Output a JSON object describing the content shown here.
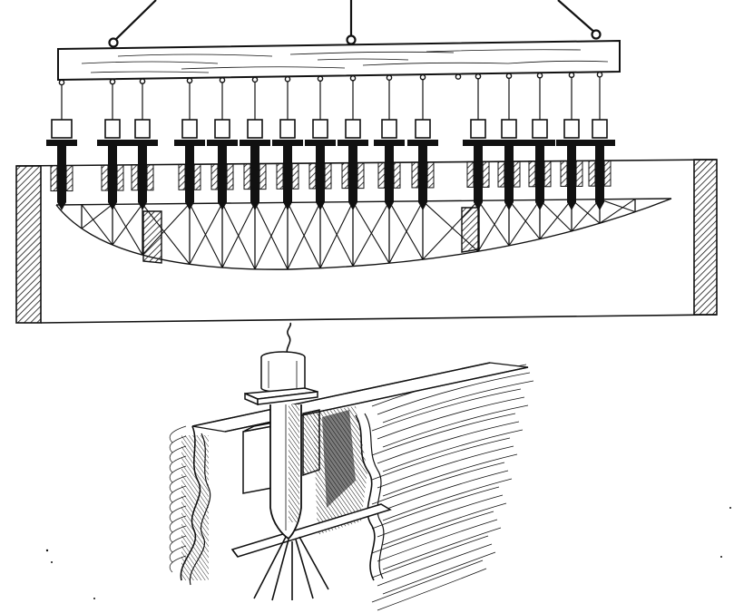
{
  "figure": {
    "ink_color": "#111111",
    "paper_color": "#ffffff",
    "upper_view": {
      "beam_grain": "wood",
      "hanger_count": 17,
      "tamper_count": 17,
      "wall_hatching": "diagonal"
    },
    "lower_view": {
      "style": "pen-and-ink perspective sketch",
      "shading": "hatched"
    }
  }
}
